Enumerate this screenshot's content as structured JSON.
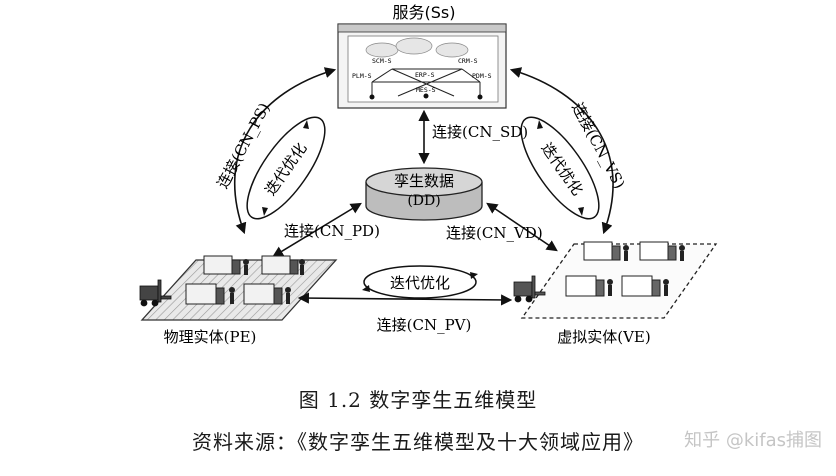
{
  "nodes": {
    "services": "服务(Ss)",
    "digital_twin_line1": "孪生数据",
    "digital_twin_line2": "(DD)",
    "physical": "物理实体(PE)",
    "virtual": "虚拟实体(VE)"
  },
  "service_window": {
    "modules": [
      "SCM-S",
      "CRM-S",
      "PLM-S",
      "ERP-S",
      "PDM-S",
      "MES-S"
    ]
  },
  "connections": {
    "cn_sd": "连接(CN_SD)",
    "cn_ps": "连接(CN_PS)",
    "cn_vs": "连接(CN_VS)",
    "cn_pd": "连接(CN_PD)",
    "cn_vd": "连接(CN_VD)",
    "cn_pv": "连接(CN_PV)"
  },
  "iteration": {
    "left": "迭代优化",
    "right": "迭代优化",
    "bottom": "迭代优化"
  },
  "caption": {
    "figure": "图 1.2  数字孪生五维模型",
    "source": "资料来源：《数字孪生五维模型及十大领域应用》"
  },
  "watermark": "知乎 @kifas捕图"
}
